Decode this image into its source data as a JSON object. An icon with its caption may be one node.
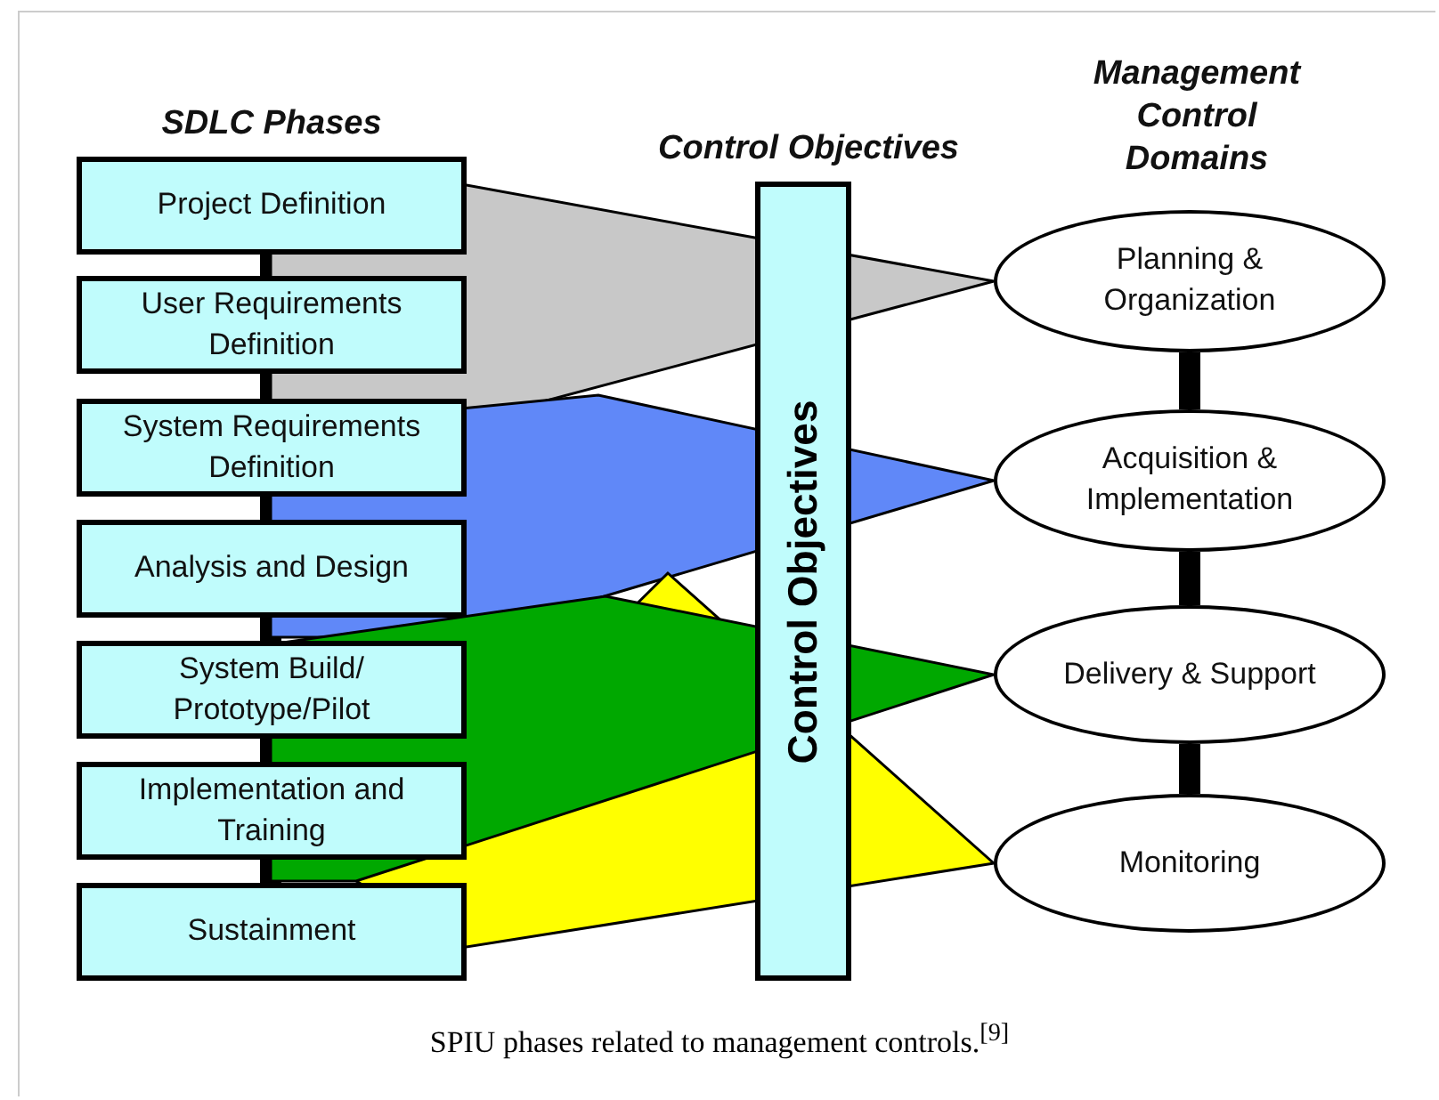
{
  "diagram": {
    "caption": "SPIU phases related to management controls.$^{[9]}$",
    "nodes": [
      {
        "text": [
          "Project Definition"
        ]
      },
      {
        "text": [
          "User Requirements Definition"
        ]
      },
      {
        "text": [
          "System Requirements Definition"
        ]
      },
      {
        "text": [
          "Analysis and Design"
        ]
      },
      {
        "text": [
          "System Build/ Prototype/Pilot"
        ]
      },
      {
        "text": [
          "Implementation and Training"
        ]
      },
      {
        "text": [
          "Sustainment"
        ]
      },
      {
        "text": [
          "Control Objectives",
          "Control Objectives"
        ]
      },
      {
        "text": [
          "Planning & Organization"
        ]
      },
      {
        "text": [
          "Acquisition & Implementation"
        ]
      },
      {
        "text": [
          "Delivery & Support"
        ]
      },
      {
        "text": [
          "Monitoring"
        ]
      }
    ],
    "edges": [
      {
        "from": 0,
        "to": 1,
        "arrow": "none"
      },
      {
        "from": 1,
        "to": 2,
        "arrow": "none"
      },
      {
        "from": 2,
        "to": 3,
        "arrow": "none"
      },
      {
        "from": 3,
        "to": 4,
        "arrow": "none"
      },
      {
        "from": 4,
        "to": 5,
        "arrow": "none"
      },
      {
        "from": 5,
        "to": 6,
        "arrow": "none"
      },
      {
        "from": 8,
        "to": 9,
        "arrow": "none"
      },
      {
        "from": 9,
        "to": 10,
        "arrow": "none"
      },
      {
        "from": 10,
        "to": 11,
        "arrow": "none"
      },
      {
        "from": 0,
        "to": 8,
        "arrow": "none",
        "color": "#c8c8c8"
      },
      {
        "from": 1,
        "to": 8,
        "arrow": "none",
        "color": "#c8c8c8"
      },
      {
        "from": 2,
        "to": 8,
        "arrow": "none",
        "color": "#c8c8c8"
      },
      {
        "from": 2,
        "to": 9,
        "arrow": "none",
        "color": "#6088f8"
      },
      {
        "from": 3,
        "to": 9,
        "arrow": "none",
        "color": "#6088f8"
      },
      {
        "from": 4,
        "to": 9,
        "arrow": "none",
        "color": "#6088f8"
      },
      {
        "from": 3,
        "to": 11,
        "arrow": "none",
        "color": "#ffff00"
      },
      {
        "from": 4,
        "to": 11,
        "arrow": "none",
        "color": "#ffff00"
      },
      {
        "from": 5,
        "to": 11,
        "arrow": "none",
        "color": "#ffff00"
      },
      {
        "from": 6,
        "to": 11,
        "arrow": "none",
        "color": "#ffff00"
      },
      {
        "from": 4,
        "to": 10,
        "arrow": "none",
        "color": "#00a800"
      },
      {
        "from": 5,
        "to": 10,
        "arrow": "none",
        "color": "#00a800"
      },
      {
        "from": 6,
        "to": 10,
        "arrow": "none",
        "color": "#00a800"
      }
    ],
    "labels": [
      "SDLC Phases",
      "Management Control Domains"
    ]
  }
}
